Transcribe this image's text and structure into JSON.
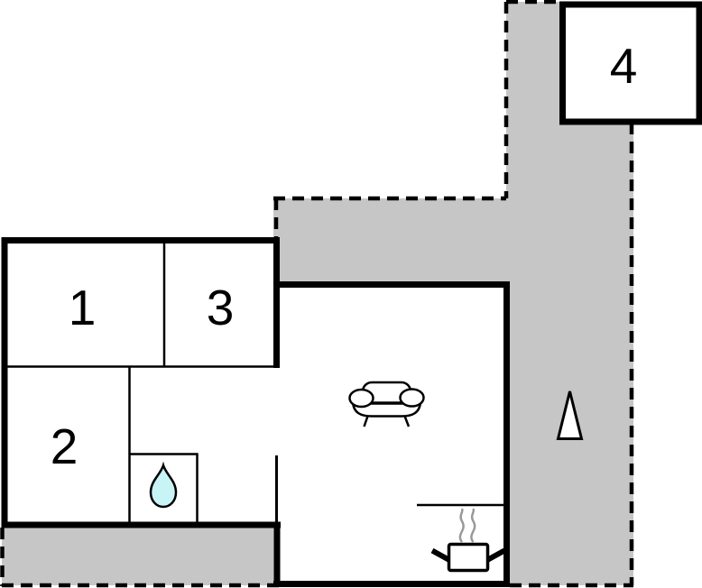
{
  "rooms": [
    {
      "label": "1"
    },
    {
      "label": "2"
    },
    {
      "label": "3"
    },
    {
      "label": "4"
    }
  ],
  "icons": {
    "sofa": "sofa-icon",
    "stove": "cooking-pot-icon",
    "water": "water-drop-icon",
    "arrow": "north-arrow-icon"
  },
  "colors": {
    "terrace_gray": "#c6c6c6",
    "wall_black": "#000000",
    "water_drop_fill": "#c9f4f6",
    "steam_gray": "#999999",
    "floor_white": "#ffffff"
  }
}
